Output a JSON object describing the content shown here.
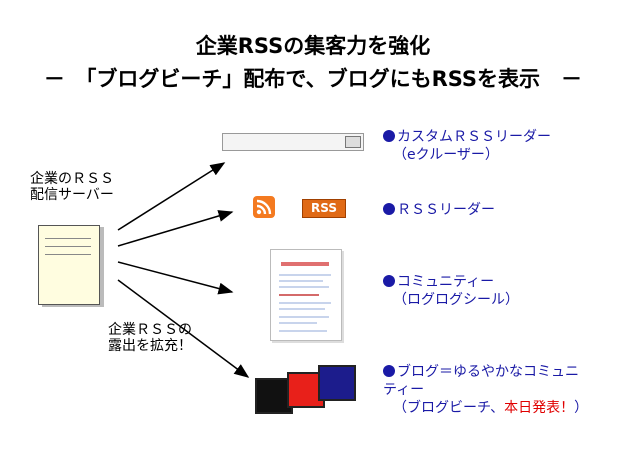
{
  "title_line1": "企業RSSの集客力を強化",
  "title_line2": "－　「ブログビーチ」配布で、ブログにもRSSを表示　－",
  "server_label": [
    "企業のＲＳＳ",
    "配信サーバー"
  ],
  "expose_label": [
    "企業ＲＳＳの",
    "露出を拡充！"
  ],
  "rss_badge": "RSS",
  "targets": [
    {
      "lines": [
        "カスタムＲＳＳリーダー",
        "（eクルーザー）"
      ]
    },
    {
      "lines": [
        "ＲＳＳリーダー"
      ]
    },
    {
      "lines": [
        "コミュニティー",
        "（ログログシール）"
      ]
    },
    {
      "lines": [
        "ブログ＝ゆるやかなコミュニ",
        "ティー"
      ],
      "line3_prefix": "（ブログビーチ、",
      "line3_highlight": "本日発表！",
      "line3_suffix": "）"
    }
  ],
  "colors": {
    "blue": "#1a1aa6",
    "red": "#e00000",
    "blog_colors": [
      "#111111",
      "#e8201a",
      "#1c1c8c"
    ]
  }
}
